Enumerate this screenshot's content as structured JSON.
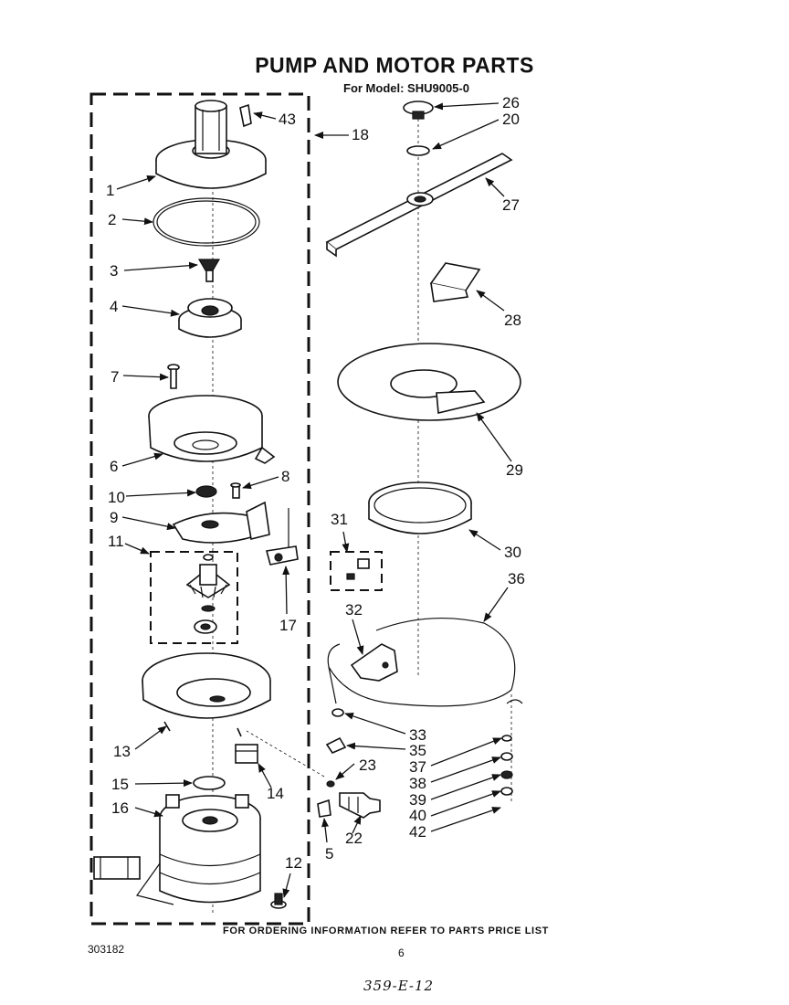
{
  "title": "PUMP AND MOTOR PARTS",
  "subtitle": "For Model: SHU9005-0",
  "footer_note": "FOR ORDERING INFORMATION REFER TO PARTS PRICE LIST",
  "document_number": "303182",
  "page_number": "6",
  "handwritten_note": "359-E-12",
  "callouts": {
    "c1": "1",
    "c2": "2",
    "c3": "3",
    "c4": "4",
    "c5": "5",
    "c6": "6",
    "c7": "7",
    "c8": "8",
    "c9": "9",
    "c10": "10",
    "c11": "11",
    "c12": "12",
    "c13": "13",
    "c14": "14",
    "c15": "15",
    "c16": "16",
    "c17": "17",
    "c18": "18",
    "c20": "20",
    "c22": "22",
    "c23": "23",
    "c26": "26",
    "c27": "27",
    "c28": "28",
    "c29": "29",
    "c30": "30",
    "c31": "31",
    "c32": "32",
    "c33": "33",
    "c35": "35",
    "c36": "36",
    "c37": "37",
    "c38": "38",
    "c39": "39",
    "c40": "40",
    "c42": "42",
    "c43": "43"
  }
}
